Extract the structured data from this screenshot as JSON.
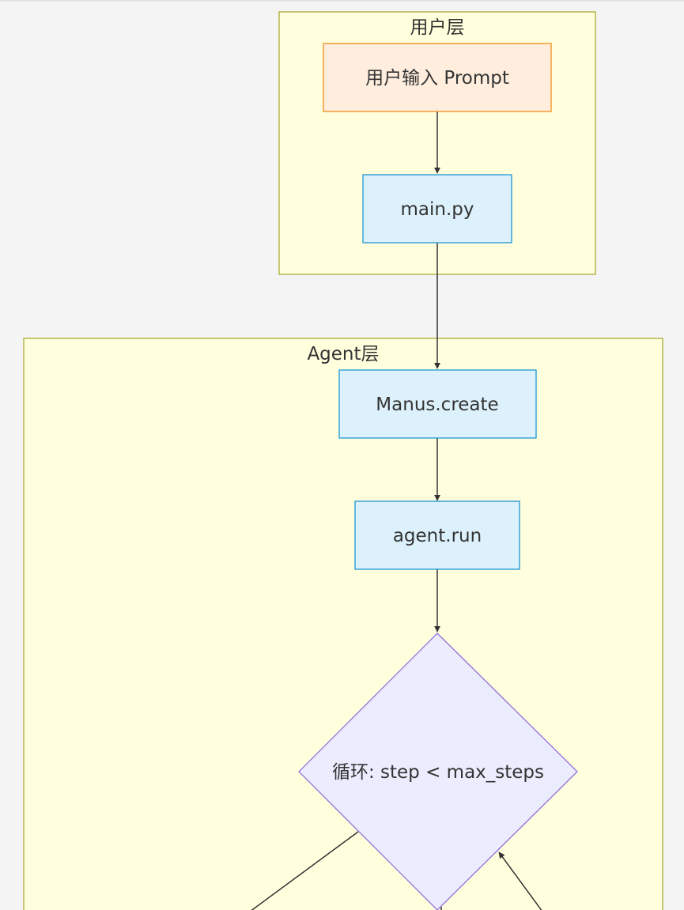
{
  "clusters": {
    "user_layer": {
      "title": "用户层"
    },
    "agent_layer": {
      "title": "Agent层"
    }
  },
  "nodes": {
    "user_input": "用户输入 Prompt",
    "main_py": "main.py",
    "manus_create": "Manus.create",
    "agent_run": "agent.run",
    "loop": "循环: step < max_steps"
  },
  "colors": {
    "background": "#f4f4f4",
    "cluster_fill": "#ffffde",
    "cluster_border": "#aaaa33",
    "user_node_fill": "#ffeedd",
    "user_node_border": "#f08c1a",
    "process_node_fill": "#dcf1fb",
    "process_node_border": "#1f96d6",
    "decision_fill": "#ececff",
    "decision_border": "#9370db",
    "edge": "#333333"
  }
}
